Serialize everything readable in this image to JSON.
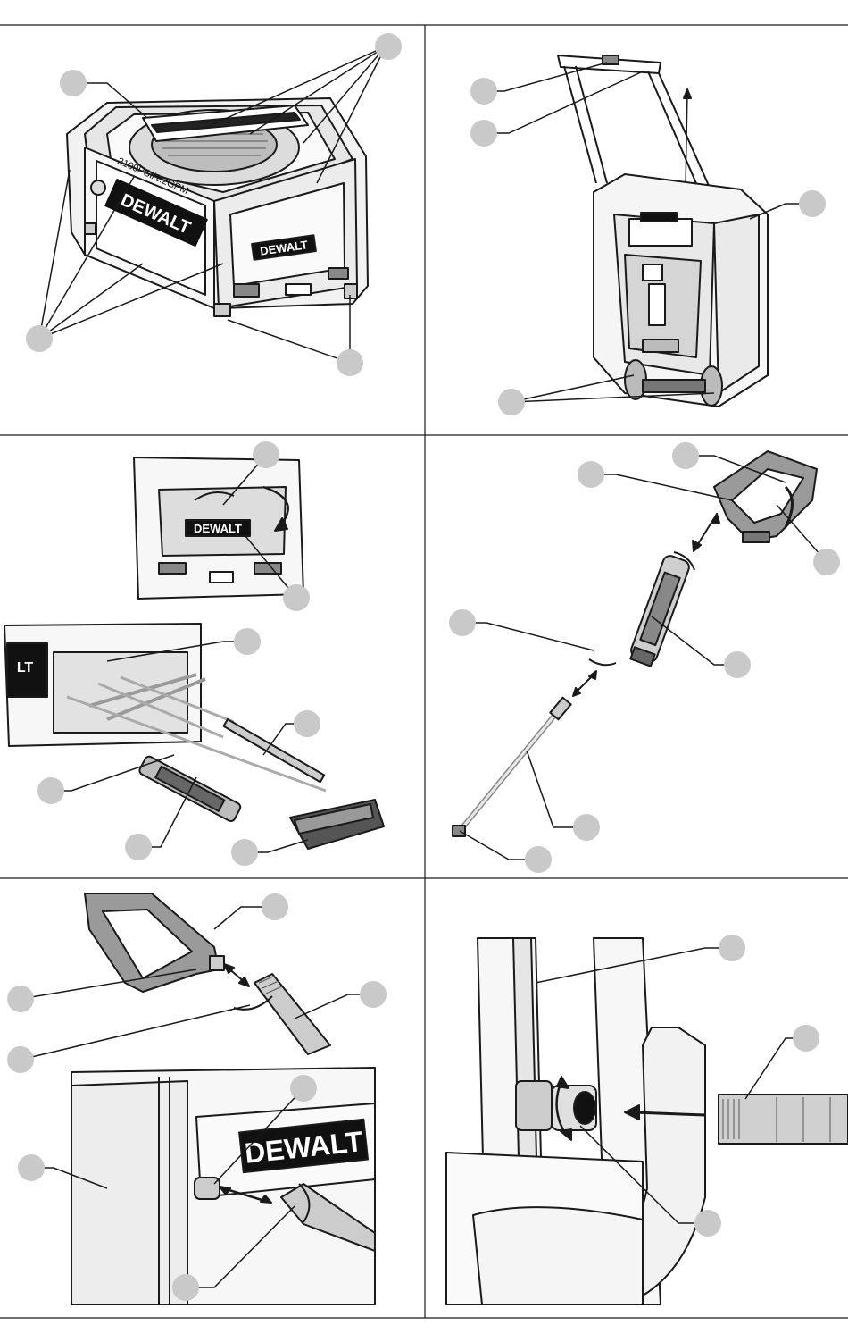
{
  "brand": "DEWALT",
  "rating_label": "2100PSI/1.2GPM",
  "colors": {
    "line": "#1a1a1a",
    "callout": "#c9c9c9",
    "body_fill": "#f2f2f2",
    "dark_fill": "#9a9a9a",
    "hose_fill": "#d0d0d0"
  },
  "figures": [
    {
      "id": "fig-a",
      "subject": "pressure washer unit, overall view"
    },
    {
      "id": "fig-b",
      "subject": "pressure washer with extended trolley handle and wheels"
    },
    {
      "id": "fig-c",
      "subject": "accessory storage compartment with door and stored parts"
    },
    {
      "id": "fig-d",
      "subject": "assembly of spray gun, extension wand and lance"
    },
    {
      "id": "fig-e",
      "subject": "connecting high pressure hose to spray gun and pump outlet"
    },
    {
      "id": "fig-f",
      "subject": "connecting garden hose to water inlet"
    }
  ]
}
